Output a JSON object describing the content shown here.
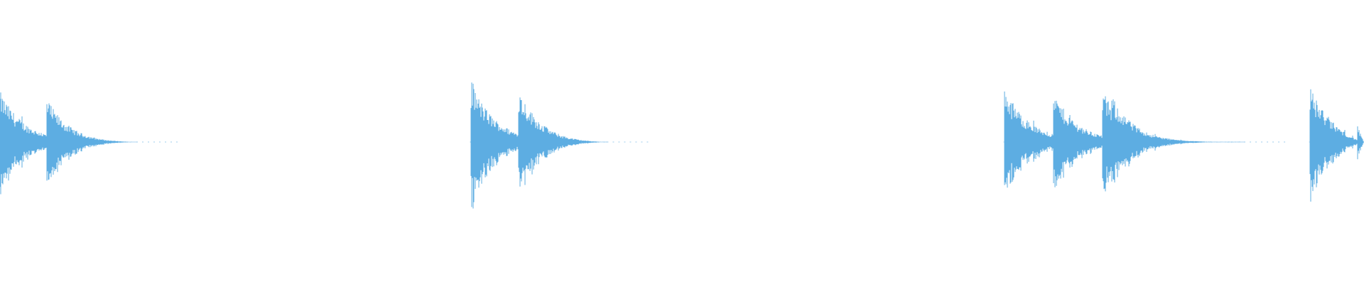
{
  "waveform": {
    "color": "#5dade2",
    "background": "#ffffff",
    "duration_fraction_note": "",
    "bursts": [
      {
        "start": 0.0,
        "decay_end": 0.1,
        "peak": 0.36,
        "onsets": [
          0.0,
          0.034
        ]
      },
      {
        "start": 0.345,
        "decay_end": 0.445,
        "peak": 0.44,
        "onsets": [
          0.345,
          0.38
        ]
      },
      {
        "start": 0.736,
        "decay_end": 0.912,
        "peak": 0.4,
        "onsets": [
          0.736,
          0.772,
          0.808,
          0.815
        ]
      },
      {
        "start": 0.96,
        "decay_end": 1.0,
        "peak": 0.4,
        "onsets": [
          0.96,
          0.995
        ]
      }
    ]
  }
}
